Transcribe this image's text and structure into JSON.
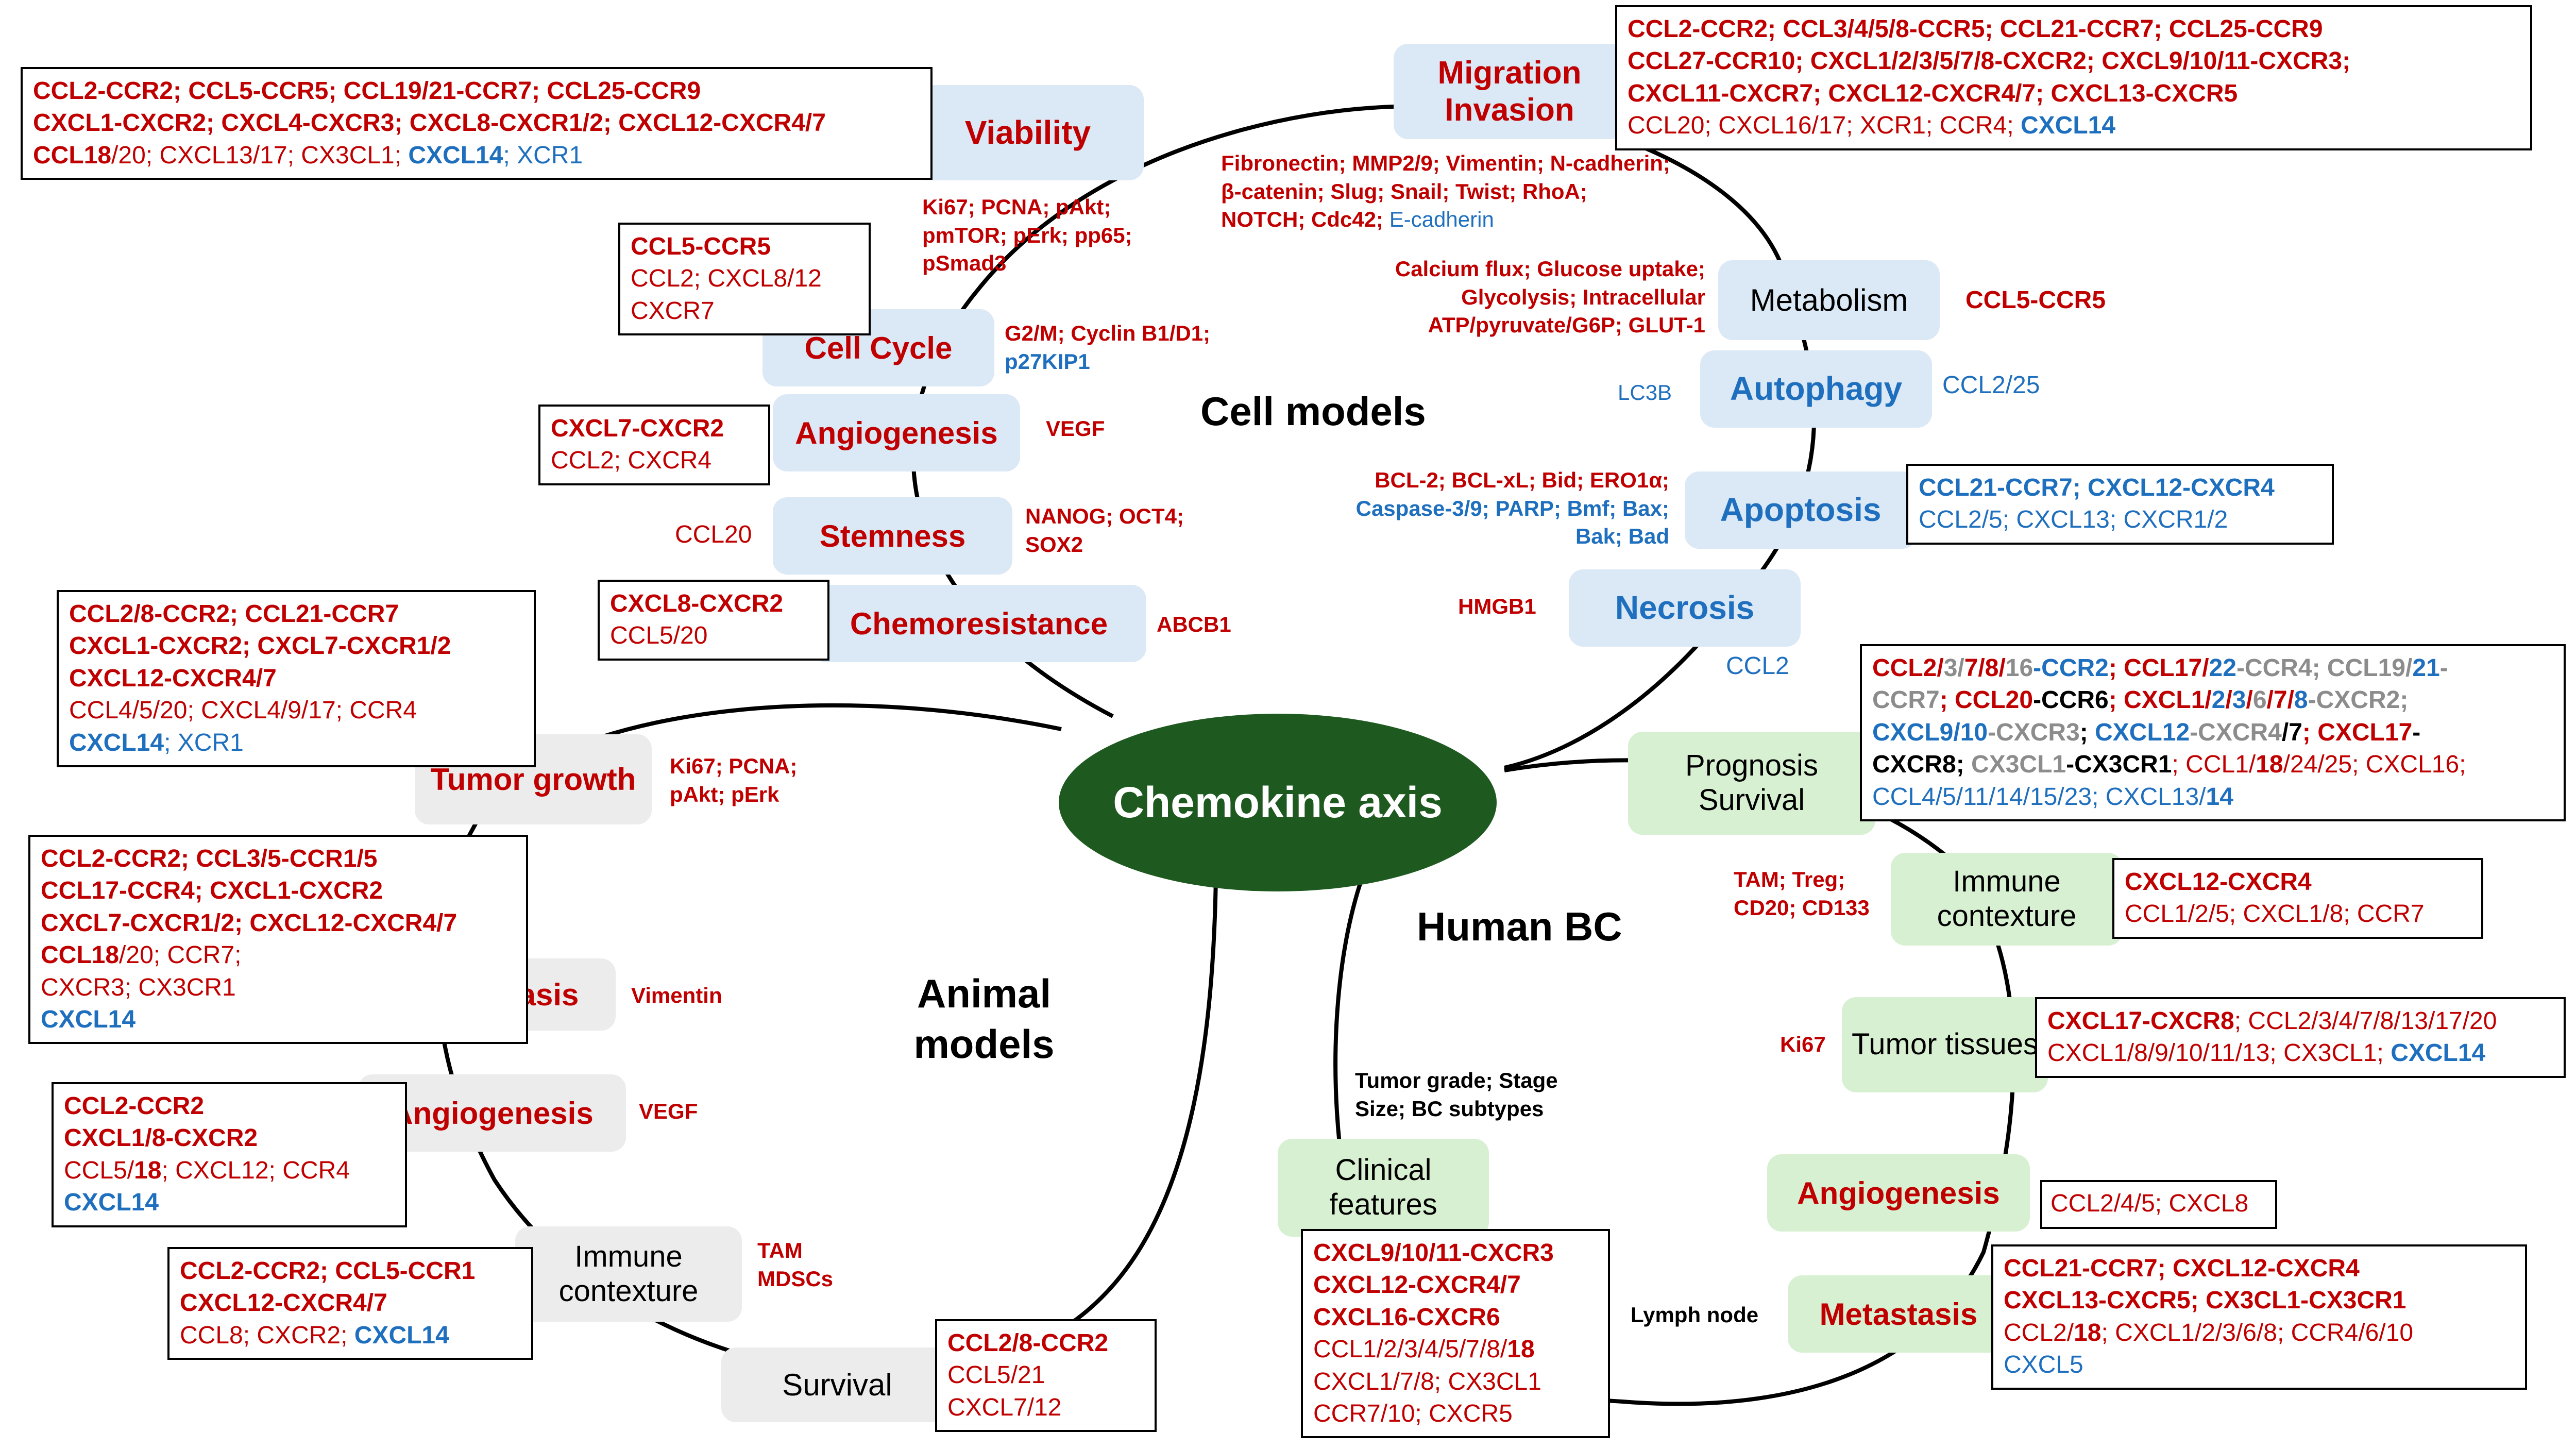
{
  "center_title": "Chemokine axis",
  "sections": {
    "cell": "Cell models",
    "animal": "Animal models",
    "human": "Human BC"
  },
  "colors": {
    "red": "#c00000",
    "blue": "#1f6fbf",
    "gray": "#8c8c8c",
    "black": "#000000",
    "center": "#1e5a1f",
    "cell_node": "#dbe8f5",
    "animal_node": "#ececec",
    "human_node": "#d8f0d2"
  },
  "nodes": {
    "viability": "Viability",
    "migration": "Migration Invasion",
    "metabolism": "Metabolism",
    "autophagy": "Autophagy",
    "apoptosis": "Apoptosis",
    "necrosis": "Necrosis",
    "cell_cycle": "Cell Cycle",
    "angiogenesis_cell": "Angiogenesis",
    "stemness": "Stemness",
    "chemoresistance": "Chemoresistance",
    "tumor_growth": "Tumor growth",
    "metastasis_animal": "Metastasis",
    "angiogenesis_animal": "Angiogenesis",
    "immune_animal": "Immune contexture",
    "survival": "Survival",
    "prognosis": "Prognosis Survival",
    "immune_human": "Immune contexture",
    "tumor_tissues": "Tumor tissues",
    "angiogenesis_human": "Angiogenesis",
    "metastasis_human": "Metastasis",
    "clinical": "Clinical features"
  },
  "markers": {
    "viability": "Ki67; PCNA; pAkt; pmTOR; pErk; pp65; pSmad3",
    "migration_red": "Fibronectin; MMP2/9; Vimentin; N-cadherin; β-catenin; Slug; Snail; Twist; RhoA; NOTCH; Cdc42;",
    "migration_blue": "E-cadherin",
    "metabolism": "Calcium flux; Glucose uptake; Glycolysis; Intracellular ATP/pyruvate/G6P; GLUT-1",
    "autophagy": "LC3B",
    "apoptosis_red": "BCL-2; BCL-xL; Bid; ERO1α;",
    "apoptosis_blue": "Caspase-3/9; PARP; Bmf; Bax; Bak; Bad",
    "necrosis": "HMGB1",
    "cell_cycle_red": "G2/M; Cyclin B1/D1;",
    "cell_cycle_blue": "p27KIP1",
    "angiogenesis_cell": "VEGF",
    "stemness": "NANOG; OCT4; SOX2",
    "chemoresistance": "ABCB1",
    "tumor_growth": "Ki67; PCNA; pAkt; pErk",
    "metastasis_animal": "Vimentin",
    "angiogenesis_animal": "VEGF",
    "immune_animal": "TAM MDSCs",
    "immune_human": "TAM; Treg; CD20; CD133",
    "tumor_tissues": "Ki67",
    "clinical": "Tumor grade; Stage Size; BC subtypes",
    "lymph": "Lymph node"
  },
  "side_labels": {
    "stemness": "CCL20",
    "autophagy": "CCL2/25",
    "metabolism": "CCL5-CCR5",
    "necrosis": "CCL2",
    "angiogenesis_human": "CCL2/4/5; CXCL8"
  },
  "boxes": {
    "viability": [
      [
        [
          "CCL2-CCR2; CCL5-CCR5; CCL19/21-CCR7; CCL25-CCR9",
          "strong"
        ]
      ],
      [
        [
          "CXCL1-CXCR2; CXCL4-CXCR3; CXCL8-CXCR1/2; CXCL12-CXCR4/7",
          "strong"
        ]
      ],
      [
        [
          "CCL18",
          "strong"
        ],
        [
          "/20; CXCL13/17; CX3CL1; ",
          "plain"
        ],
        [
          "CXCL14",
          "bblue"
        ],
        [
          "; XCR1",
          "blue"
        ]
      ]
    ],
    "migration": [
      [
        [
          "CCL2-CCR2; CCL3/4/5/8-CCR5; CCL21-CCR7; CCL25-CCR9",
          "strong"
        ]
      ],
      [
        [
          "CCL27-CCR10; CXCL1/2/3/5/7/8-CXCR2; CXCL9/10/11-CXCR3;",
          "strong"
        ]
      ],
      [
        [
          "CXCL11-CXCR7; CXCL12-CXCR4/7; CXCL13-CXCR5",
          "strong"
        ]
      ],
      [
        [
          "CCL20; CXCL16/17; XCR1; CCR4; ",
          "plain"
        ],
        [
          "CXCL14",
          "bblue"
        ]
      ]
    ],
    "cell_cycle": [
      [
        [
          "CCL5-CCR5",
          "strong"
        ]
      ],
      [
        [
          "CCL2; CXCL8/12",
          "plain"
        ]
      ],
      [
        [
          "CXCR7",
          "plain"
        ]
      ]
    ],
    "angiogenesis_cell": [
      [
        [
          "CXCL7-CXCR2",
          "strong"
        ]
      ],
      [
        [
          "CCL2; CXCR4",
          "plain"
        ]
      ]
    ],
    "chemoresistance": [
      [
        [
          "CXCL8-CXCR2",
          "strong"
        ]
      ],
      [
        [
          "CCL5/20",
          "plain"
        ]
      ]
    ],
    "apoptosis": [
      [
        [
          "CCL21-CCR7; CXCL12-CXCR4",
          "bblue"
        ]
      ],
      [
        [
          "CCL2/5; CXCL13; CXCR1/2",
          "blue"
        ]
      ]
    ],
    "tumor_growth": [
      [
        [
          "CCL2/8-CCR2; CCL21-CCR7",
          "strong"
        ]
      ],
      [
        [
          "CXCL1-CXCR2; CXCL7-CXCR1/2",
          "strong"
        ]
      ],
      [
        [
          "CXCL12-CXCR4/7",
          "strong"
        ]
      ],
      [
        [
          "CCL4/5/20; CXCL4/9/17; CCR4",
          "plain"
        ]
      ],
      [
        [
          "CXCL14",
          "bblue"
        ],
        [
          "; XCR1",
          "blue"
        ]
      ]
    ],
    "metastasis_animal": [
      [
        [
          "CCL2-CCR2; CCL3/5-CCR1/5",
          "strong"
        ]
      ],
      [
        [
          "CCL17-CCR4; CXCL1-CXCR2",
          "strong"
        ]
      ],
      [
        [
          "CXCL7-CXCR1/2; CXCL12-CXCR4/7",
          "strong"
        ]
      ],
      [
        [
          "CCL18",
          "strong"
        ],
        [
          "/20; CCR7;",
          "plain"
        ]
      ],
      [
        [
          "CXCR3; CX3CR1",
          "plain"
        ]
      ],
      [
        [
          "CXCL14",
          "bblue"
        ]
      ]
    ],
    "angiogenesis_animal": [
      [
        [
          "CCL2-CCR2",
          "strong"
        ]
      ],
      [
        [
          "CXCL1/8-CXCR2",
          "strong"
        ]
      ],
      [
        [
          "CCL5/",
          "plain"
        ],
        [
          "18",
          "strong"
        ],
        [
          "; CXCL12; CCR4",
          "plain"
        ]
      ],
      [
        [
          "CXCL14",
          "bblue"
        ]
      ]
    ],
    "immune_animal": [
      [
        [
          "CCL2-CCR2; CCL5-CCR1",
          "strong"
        ]
      ],
      [
        [
          "CXCL12-CXCR4/7",
          "strong"
        ]
      ],
      [
        [
          "CCL8; CXCR2; ",
          "plain"
        ],
        [
          "CXCL14",
          "bblue"
        ]
      ]
    ],
    "survival": [
      [
        [
          "CCL2/8-CCR2",
          "strong"
        ]
      ],
      [
        [
          "CCL5/21",
          "plain"
        ]
      ],
      [
        [
          "CXCL7/12",
          "plain"
        ]
      ]
    ],
    "prognosis": [
      [
        [
          "CCL2/",
          "strong"
        ],
        [
          "3/",
          "gray"
        ],
        [
          "7/8/",
          "strong"
        ],
        [
          "16",
          "gray"
        ],
        [
          "-CCR2",
          "bblue"
        ],
        [
          "; CCL17/",
          "strong"
        ],
        [
          "22",
          "bblue"
        ],
        [
          "-CCR4",
          "gray"
        ],
        [
          "; CCL19/",
          "gray"
        ],
        [
          "21",
          "bblue"
        ],
        [
          "-",
          "gray"
        ]
      ],
      [
        [
          "CCR7",
          "gray"
        ],
        [
          "; ",
          "strong"
        ],
        [
          "CCL20",
          "strong"
        ],
        [
          "-CCR6",
          "black"
        ],
        [
          "; CXCL1/",
          "strong"
        ],
        [
          "2",
          "bblue"
        ],
        [
          "/",
          "strong"
        ],
        [
          "3",
          "bblue"
        ],
        [
          "/",
          "strong"
        ],
        [
          "6",
          "gray"
        ],
        [
          "/7/",
          "strong"
        ],
        [
          "8",
          "bblue"
        ],
        [
          "-CXCR2;",
          "gray"
        ]
      ],
      [
        [
          "CXCL9/10",
          "bblue"
        ],
        [
          "-CXCR3",
          "gray"
        ],
        [
          "; ",
          "black"
        ],
        [
          "CXCL12",
          "bblue"
        ],
        [
          "-CXCR4",
          "gray"
        ],
        [
          "/7",
          "black"
        ],
        [
          "; CXCL17",
          "strong"
        ],
        [
          "-",
          "black"
        ]
      ],
      [
        [
          "CXCR8",
          "black"
        ],
        [
          "; ",
          "black"
        ],
        [
          "CX3CL1",
          "gray"
        ],
        [
          "-CX3CR1",
          "black"
        ],
        [
          "; CCL1/",
          "plain"
        ],
        [
          "18",
          "strong"
        ],
        [
          "/24/25; CXCL16;",
          "plain"
        ]
      ],
      [
        [
          "CCL4/5/11/14/15/23; CXCL13/",
          "blue"
        ],
        [
          "14",
          "bblue"
        ]
      ]
    ],
    "immune_human": [
      [
        [
          "CXCL12-CXCR4",
          "strong"
        ]
      ],
      [
        [
          "CCL1/2/5; CXCL1/8; CCR7",
          "plain"
        ]
      ]
    ],
    "tumor_tissues": [
      [
        [
          "CXCL17-CXCR8",
          "strong"
        ],
        [
          "; CCL2/3/4/7/8/13/17/20",
          "plain"
        ]
      ],
      [
        [
          "CXCL1/8/9/10/11/13; CX3CL1; ",
          "plain"
        ],
        [
          "CXCL14",
          "bblue"
        ]
      ]
    ],
    "metastasis_human": [
      [
        [
          "CCL21-CCR7; CXCL12-CXCR4",
          "strong"
        ]
      ],
      [
        [
          "CXCL13-CXCR5; CX3CL1-CX3CR1",
          "strong"
        ]
      ],
      [
        [
          "CCL2/",
          "plain"
        ],
        [
          "18",
          "strong"
        ],
        [
          "; CXCL1/2/3/6/8; CCR4/6/10",
          "plain"
        ]
      ],
      [
        [
          "CXCL5",
          "blue"
        ]
      ]
    ],
    "clinical": [
      [
        [
          "CXCL9/10/11-CXCR3",
          "strong"
        ]
      ],
      [
        [
          "CXCL12-CXCR4/7",
          "strong"
        ]
      ],
      [
        [
          "CXCL16-CXCR6",
          "strong"
        ]
      ],
      [
        [
          "CCL1/2/3/4/5/7/8/",
          "plain"
        ],
        [
          "18",
          "strong"
        ]
      ],
      [
        [
          "CXCL1/7/8; CX3CL1",
          "plain"
        ]
      ],
      [
        [
          "CCR7/10; CXCR5",
          "plain"
        ]
      ]
    ]
  }
}
